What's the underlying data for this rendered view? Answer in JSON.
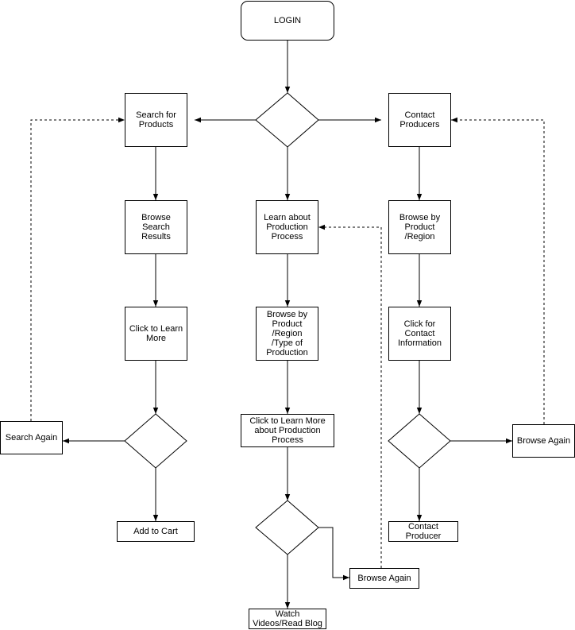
{
  "nodes": {
    "login": "LOGIN",
    "search_products": "Search for\nProducts",
    "contact_producers": "Contact\nProducers",
    "browse_search_results": "Browse\nSearch\nResults",
    "learn_production": "Learn about\nProduction\nProcess",
    "browse_product_region": "Browse by\nProduct\n/Region",
    "click_learn_more": "Click to Learn\nMore",
    "browse_product_region_type": "Browse by\nProduct\n/Region\n/Type of\nProduction",
    "click_contact_info": "Click for\nContact\nInformation",
    "click_learn_more_process": "Click to Learn More\nabout Production\nProcess",
    "search_again": "Search Again",
    "browse_again_right": "Browse Again",
    "add_to_cart": "Add to Cart",
    "contact_producer": "Contact\nProducer",
    "browse_again_center": "Browse Again",
    "watch_videos": "Watch\nVideos/Read Blog"
  }
}
